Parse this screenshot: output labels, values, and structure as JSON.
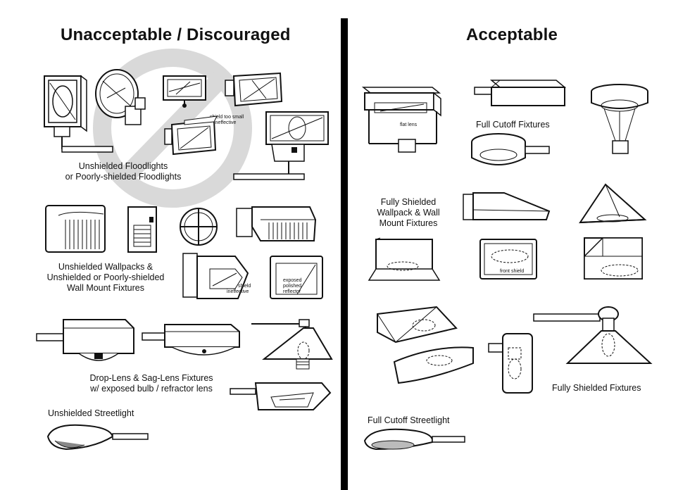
{
  "left_panel": {
    "title": "Unacceptable / Discouraged",
    "floodlights": {
      "caption_line1": "Unshielded Floodlights",
      "caption_line2": "or Poorly-shielded Floodlights",
      "note_line1": "shield too small",
      "note_line2": "ineffective"
    },
    "wallpacks": {
      "caption_line1": "Unshielded Wallpacks &",
      "caption_line2": "Unshielded or Poorly-shielded",
      "caption_line3": "Wall Mount Fixtures",
      "note_shield_line1": "shield",
      "note_shield_line2": "ineffective",
      "note_exposed_line1": "exposed",
      "note_exposed_line2": "polished",
      "note_exposed_line3": "reflector"
    },
    "droplens": {
      "caption_line1": "Drop-Lens & Sag-Lens Fixtures",
      "caption_line2": "w/ exposed bulb / refractor lens"
    },
    "streetlight": {
      "caption": "Unshielded Streetlight"
    }
  },
  "right_panel": {
    "title": "Acceptable",
    "full_cutoff": {
      "caption": "Full Cutoff Fixtures",
      "note_flat_lens": "flat lens"
    },
    "wallpacks": {
      "caption_line1": "Fully Shielded",
      "caption_line2": "Wallpack & Wall",
      "caption_line3": "Mount Fixtures",
      "note_front_shield": "front shield"
    },
    "fully_shielded": {
      "caption": "Fully Shielded Fixtures"
    },
    "streetlight": {
      "caption": "Full Cutoff Streetlight"
    }
  },
  "colors": {
    "line": "#111111",
    "fill": "#ffffff",
    "prohibition_sign": "#d9d9d9",
    "divider": "#000000"
  }
}
